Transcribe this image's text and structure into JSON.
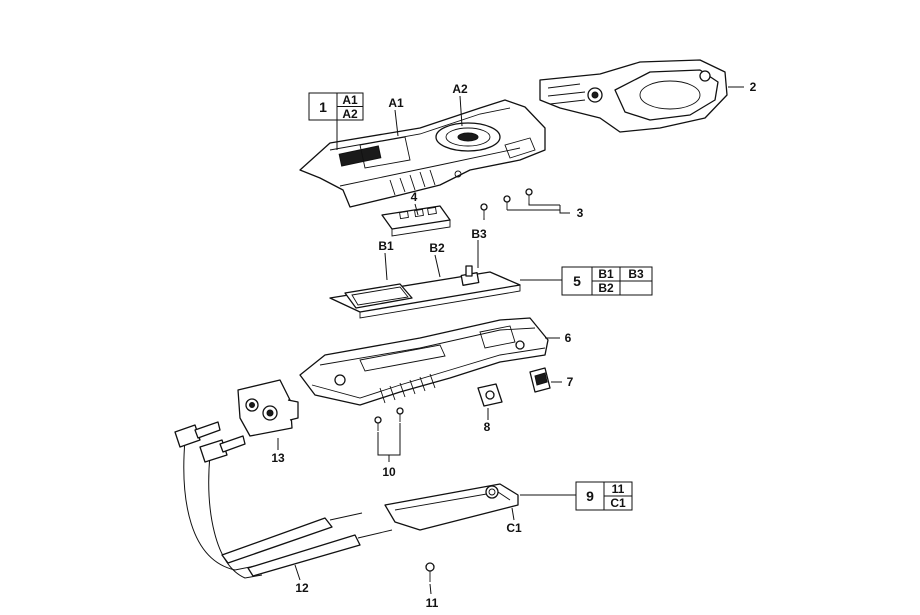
{
  "part_labels": {
    "p1": "1",
    "a1": "A1",
    "a2": "A2",
    "p2": "2",
    "p3": "3",
    "p4": "4",
    "b1": "B1",
    "b2": "B2",
    "b3": "B3",
    "p5": "5",
    "p6": "6",
    "p7": "7",
    "p8": "8",
    "p9": "9",
    "p10": "10",
    "p11": "11",
    "p12": "12",
    "p13": "13",
    "c1": "C1"
  },
  "tables": {
    "t1": {
      "num": "1",
      "cells": [
        "A1",
        "A2"
      ]
    },
    "t5": {
      "num": "5",
      "cells": [
        "B1",
        "B3",
        "B2",
        ""
      ]
    },
    "t9": {
      "num": "9",
      "cells": [
        "11",
        "C1"
      ]
    }
  }
}
